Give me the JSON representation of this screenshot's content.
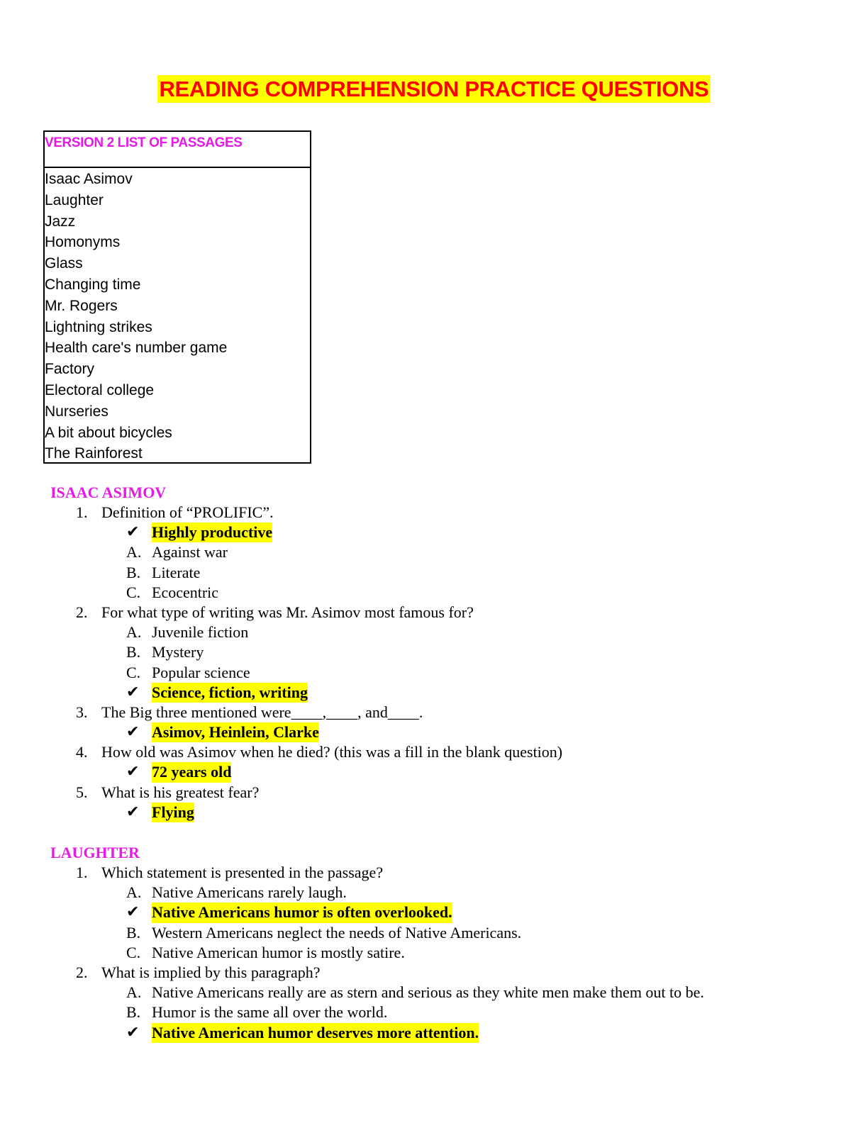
{
  "title": "READING COMPREHENSION PRACTICE QUESTIONS",
  "passage_box": {
    "header": "VERSION 2 LIST OF PASSAGES",
    "items": [
      "Isaac Asimov",
      "Laughter",
      "Jazz",
      "Homonyms",
      "Glass",
      "Changing time",
      "Mr. Rogers",
      "Lightning strikes",
      "Health care's number game",
      "Factory",
      "Electoral college",
      "Nurseries",
      "A bit about bicycles",
      "The Rainforest"
    ]
  },
  "sections": [
    {
      "title": "ISAAC ASIMOV",
      "questions": [
        {
          "num": "1.",
          "text": "Definition of “PROLIFIC”.",
          "options": [
            {
              "mark": "✔",
              "text": "Highly productive",
              "answer": true
            },
            {
              "mark": "A.",
              "text": "Against war",
              "answer": false
            },
            {
              "mark": "B.",
              "text": "Literate",
              "answer": false
            },
            {
              "mark": "C.",
              "text": "Ecocentric",
              "answer": false
            }
          ]
        },
        {
          "num": "2.",
          "text": "For what type of writing was Mr. Asimov most famous for?",
          "options": [
            {
              "mark": "A.",
              "text": "Juvenile fiction",
              "answer": false
            },
            {
              "mark": "B.",
              "text": "Mystery",
              "answer": false
            },
            {
              "mark": "C.",
              "text": "Popular science",
              "answer": false
            },
            {
              "mark": "✔",
              "text": "Science, fiction, writing",
              "answer": true
            }
          ]
        },
        {
          "num": "3.",
          "text": "The Big three mentioned were____,____, and____.",
          "options": [
            {
              "mark": "✔",
              "text": "Asimov, Heinlein, Clarke",
              "answer": true
            }
          ]
        },
        {
          "num": "4.",
          "text": "How old was Asimov when he died? (this was a fill in the blank question)",
          "options": [
            {
              "mark": "✔",
              "text": "72 years old",
              "answer": true
            }
          ]
        },
        {
          "num": "5.",
          "text": "What is his greatest fear?",
          "options": [
            {
              "mark": "✔",
              "text": "Flying",
              "answer": true
            }
          ]
        }
      ]
    },
    {
      "title": "LAUGHTER",
      "questions": [
        {
          "num": "1.",
          "text": "Which statement is presented in the passage?",
          "options": [
            {
              "mark": "A.",
              "text": "Native Americans rarely laugh.",
              "answer": false
            },
            {
              "mark": "✔",
              "text": "Native Americans humor is often overlooked.",
              "answer": true
            },
            {
              "mark": "B.",
              "text": "Western Americans neglect the needs of Native Americans.",
              "answer": false
            },
            {
              "mark": "C.",
              "text": "Native American humor is mostly satire.",
              "answer": false
            }
          ]
        },
        {
          "num": "2.",
          "text": "What is implied by this paragraph?",
          "options": [
            {
              "mark": "A.",
              "text": "Native Americans really are as stern and serious as they white men make them out to be.",
              "answer": false
            },
            {
              "mark": "B.",
              "text": "Humor is the same all over the world.",
              "answer": false
            },
            {
              "mark": "✔",
              "text": "Native American humor deserves more attention.",
              "answer": true
            }
          ]
        }
      ]
    }
  ]
}
